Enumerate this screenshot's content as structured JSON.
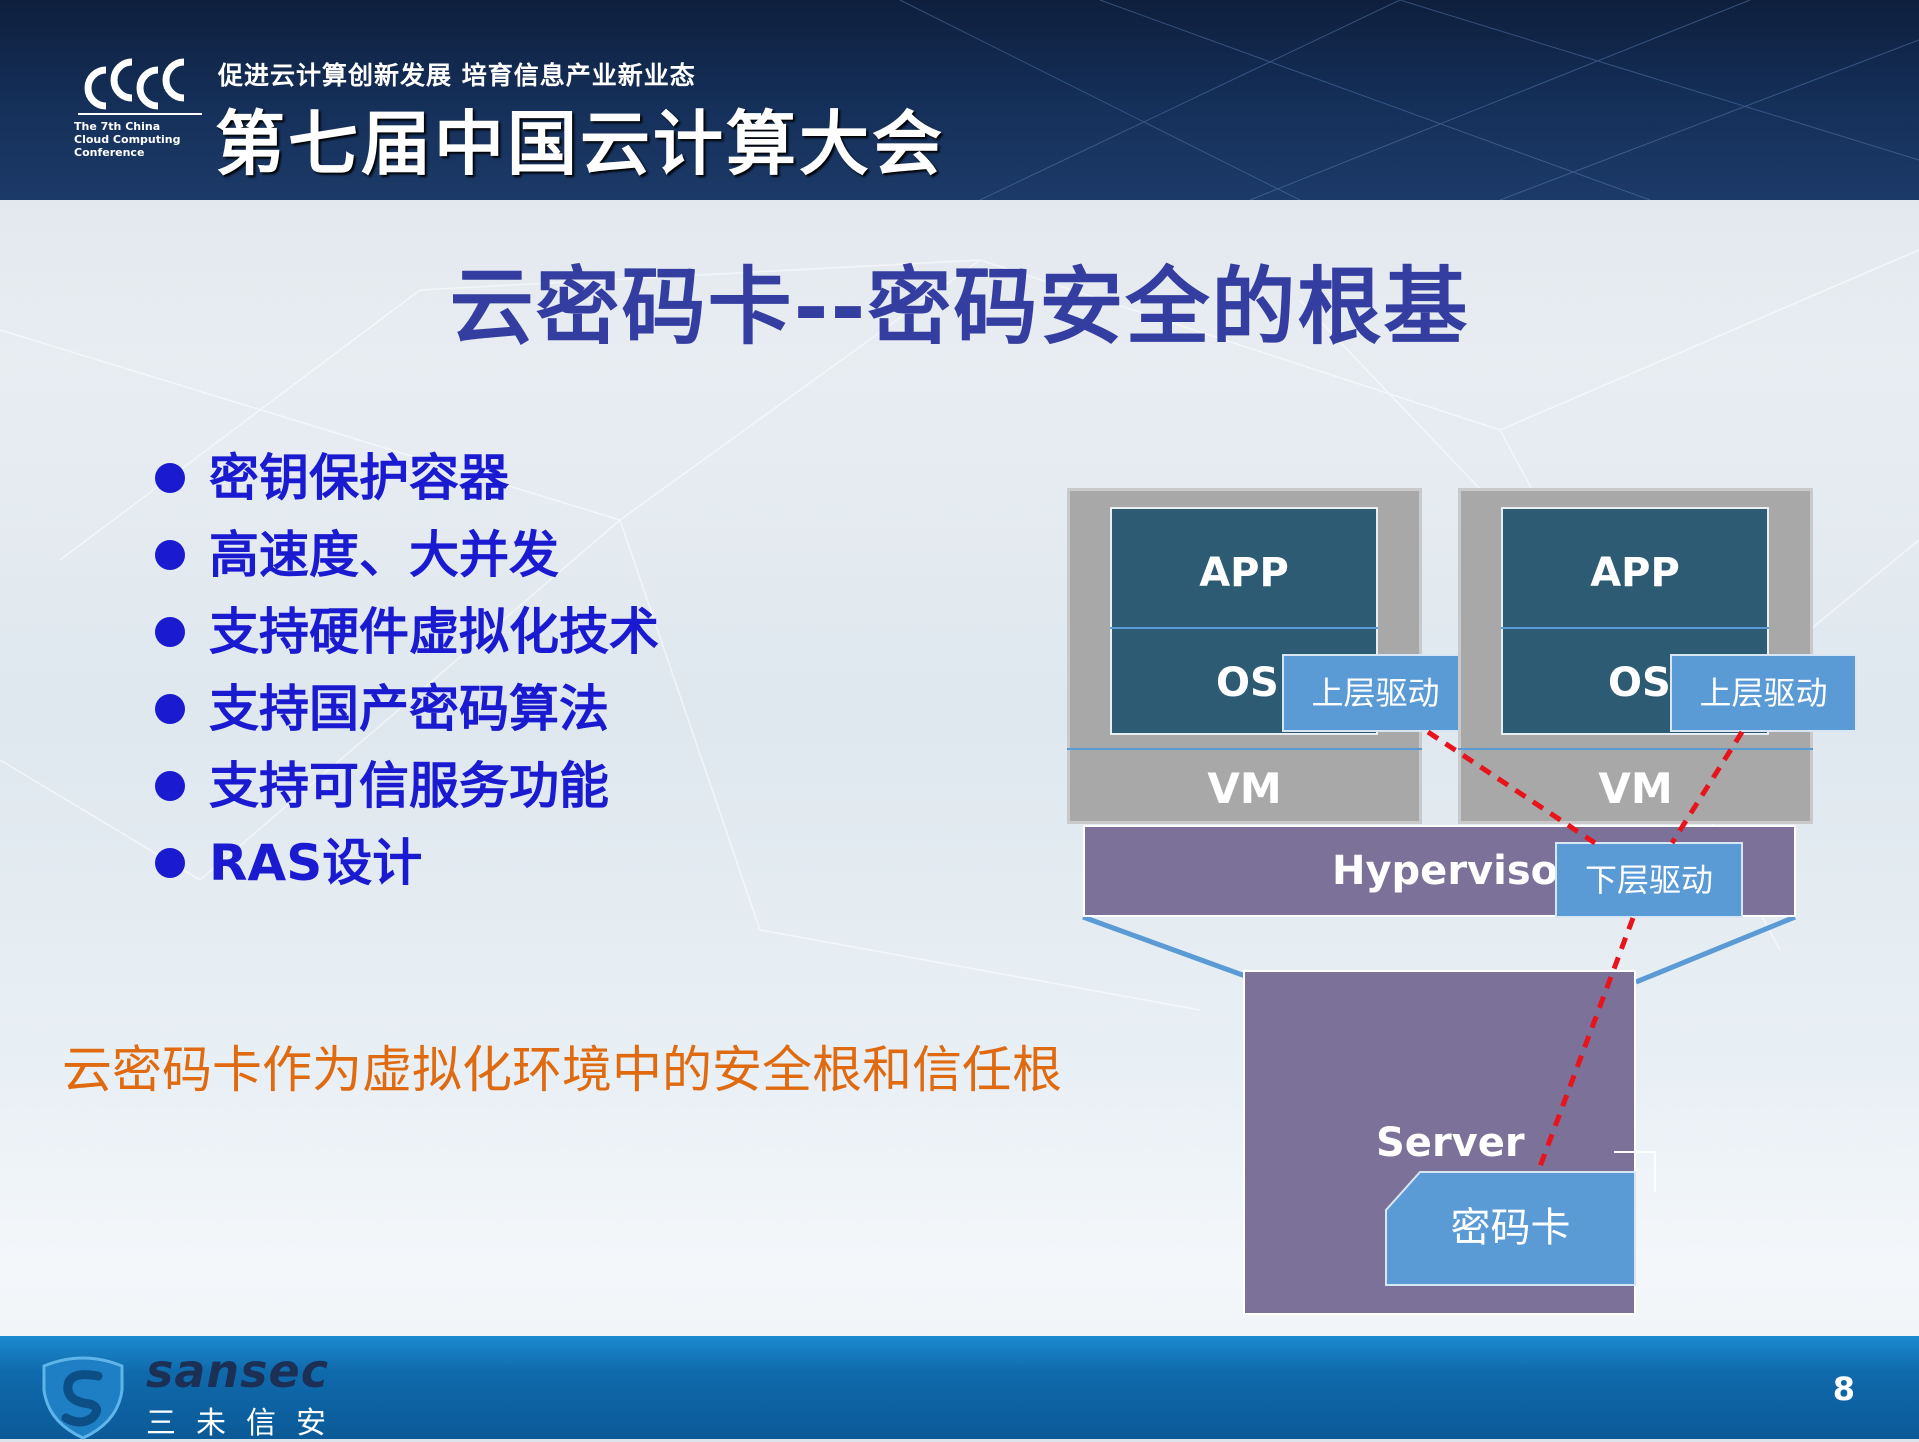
{
  "header": {
    "slogan": "促进云计算创新发展  培育信息产业新业态",
    "title": "第七届中国云计算大会",
    "logo_text": "CCCC",
    "logo_subtitle": [
      "The 7th China",
      "Cloud Computing",
      "Conference"
    ]
  },
  "slide": {
    "title": "云密码卡--密码安全的根基",
    "bullets": [
      "密钥保护容器",
      "高速度、大并发",
      "支持硬件虚拟化技术",
      "支持国产密码算法",
      "支持可信服务功能",
      "RAS设计"
    ],
    "caption": "云密码卡作为虚拟化环境中的安全根和信任根"
  },
  "diagram": {
    "vm1": {
      "app": "APP",
      "os": "OS",
      "driver": "上层驱动",
      "vm": "VM"
    },
    "vm2": {
      "app": "APP",
      "os": "OS",
      "driver": "上层驱动",
      "vm": "VM"
    },
    "hypervisor": {
      "label": "Hypervisor",
      "driver": "下层驱动"
    },
    "server": {
      "label": "Server",
      "card": "密码卡"
    },
    "colors": {
      "vm_gray": "#a8a8a8",
      "app_os_teal": "#2e5b74",
      "driver_blue": "#5b9bd5",
      "hypervisor_purple": "#7c7199",
      "link_red": "#e8141c"
    }
  },
  "footer": {
    "brand": "sansec",
    "brand_cn": "三未信安",
    "page_number": "8"
  }
}
